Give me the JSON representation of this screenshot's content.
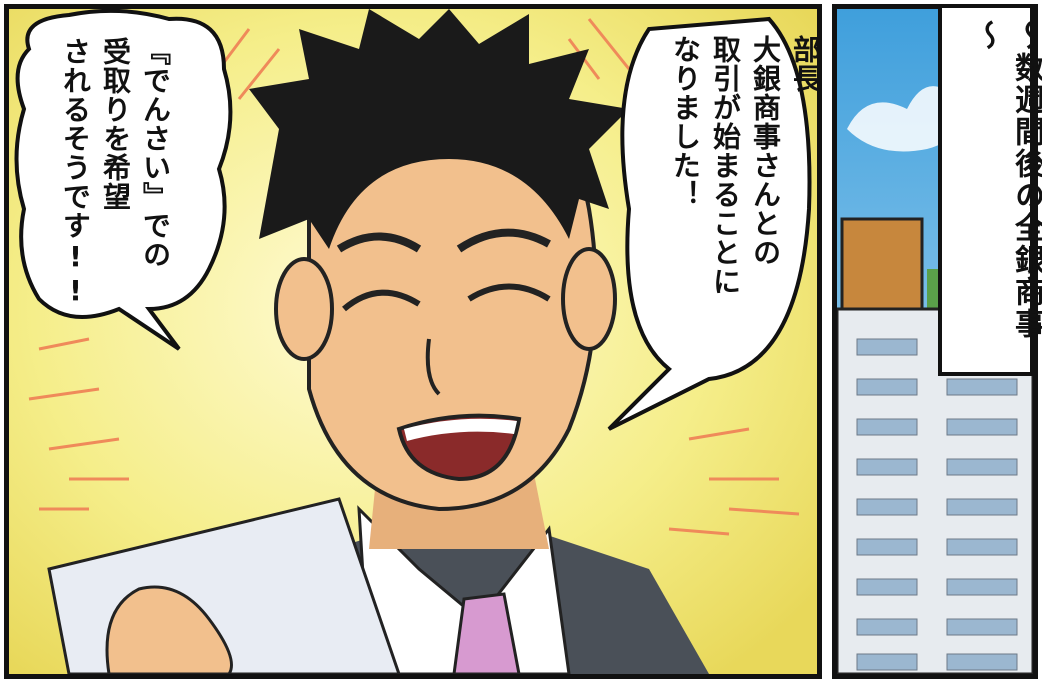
{
  "panel_left": {
    "bubble_right_text": "部長\n大銀商事さんとの\n取引が始まることに\nなりました！",
    "bubble_left_text": "『でんさい』での\n受取りを希望\nされるそうです!!"
  },
  "panel_right": {
    "caption_text": "～数週間後の全銀商事～"
  },
  "colors": {
    "left_background": "#f3ec7a",
    "sky": "#7fc4ea",
    "skin": "#f2c08d",
    "hair": "#1a1a1a",
    "vest": "#4a5058",
    "tie": "#d79ad0"
  }
}
